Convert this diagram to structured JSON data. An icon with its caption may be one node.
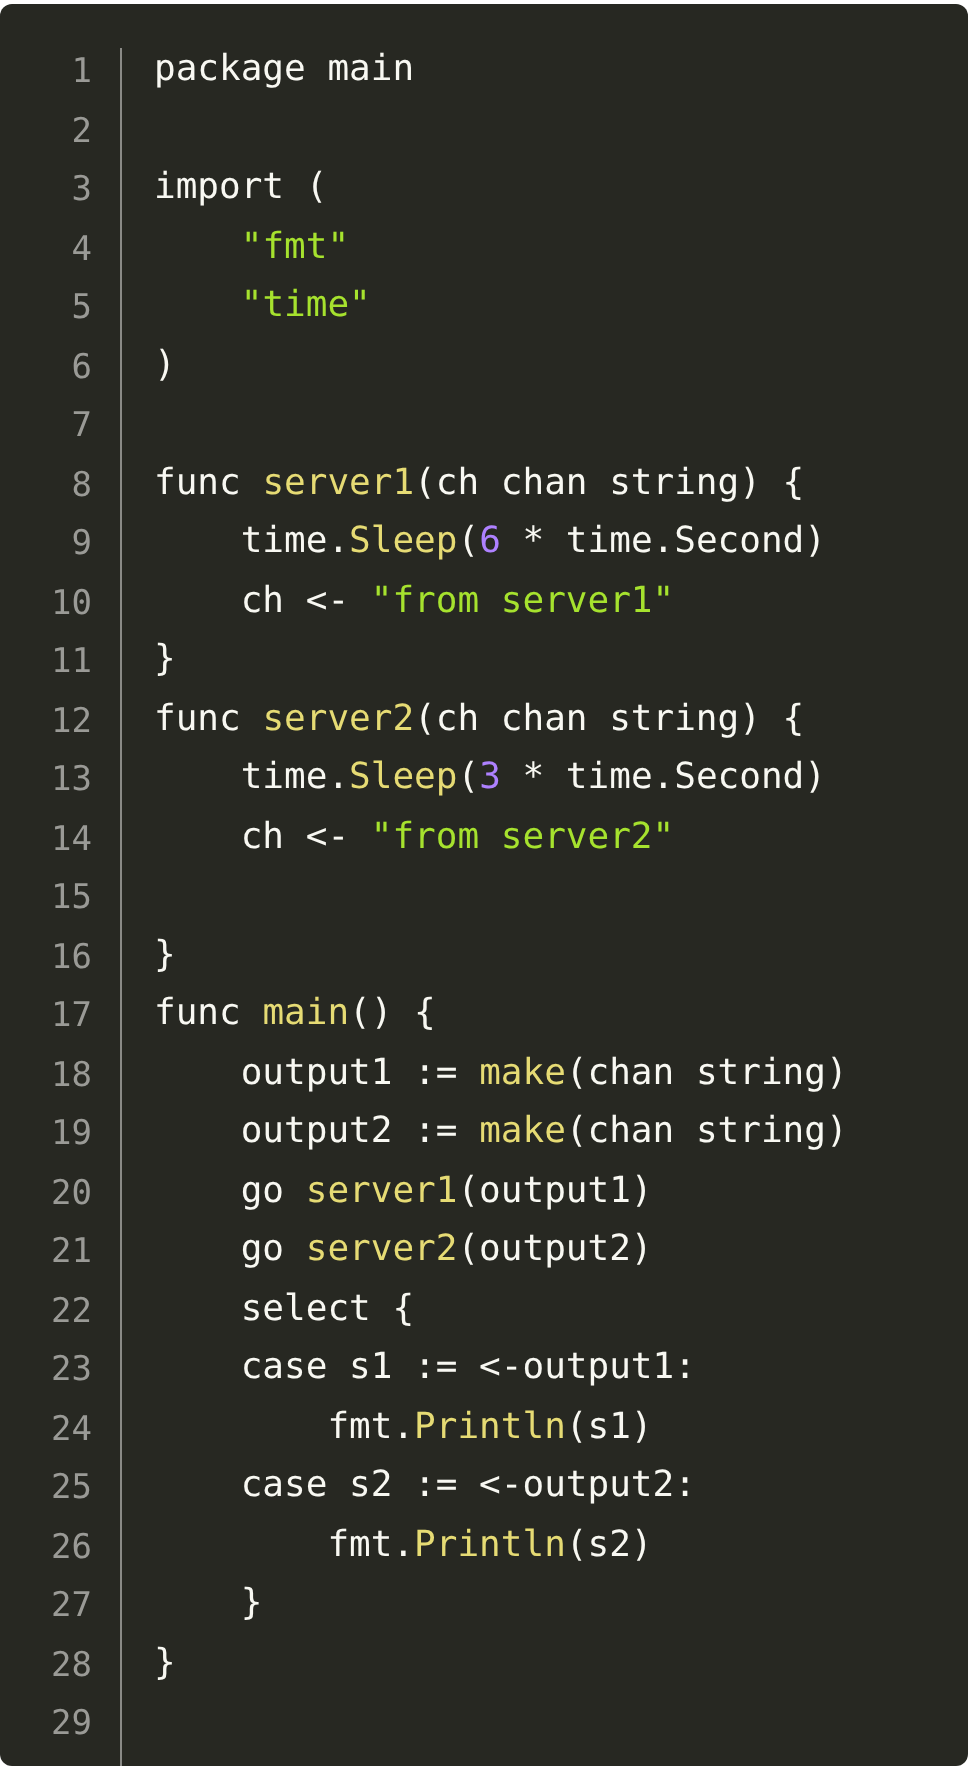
{
  "diagram": {
    "labels": [
      "1",
      "package main",
      "2",
      "3",
      "import (",
      "4",
      "    \"fmt\"",
      "5",
      "    \"time\"",
      "6",
      ")",
      "7",
      "8",
      "func server1(ch chan string) {",
      "9",
      "    time.Sleep(6 * time.Second)",
      "10",
      "    ch <- \"from server1\"",
      "11",
      "}",
      "12",
      "func server2(ch chan string) {",
      "13",
      "    time.Sleep(3 * time.Second)",
      "14",
      "    ch <- \"from server2\"",
      "15",
      "16",
      "}",
      "17",
      "func main() {",
      "18",
      "    output1 := make(chan string)",
      "19",
      "    output2 := make(chan string)",
      "20",
      "    go server1(output1)",
      "21",
      "    go server2(output2)",
      "22",
      "    select {",
      "23",
      "    case s1 := <-output1:",
      "24",
      "        fmt.Println(s1)",
      "25",
      "    case s2 := <-output2:",
      "26",
      "        fmt.Println(s2)",
      "27",
      "    }",
      "28",
      "}",
      "29"
    ]
  }
}
